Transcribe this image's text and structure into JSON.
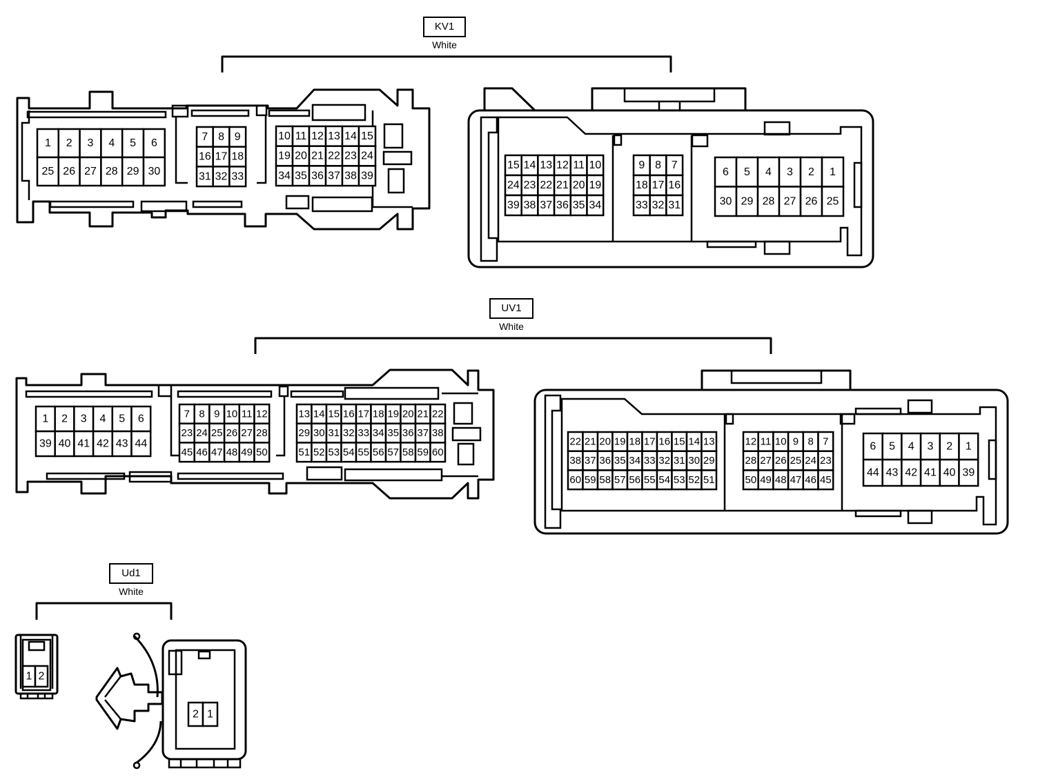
{
  "connectors": {
    "kv1": {
      "name": "KV1",
      "color": "White",
      "front_left": [
        [
          "1",
          "2",
          "3",
          "4",
          "5",
          "6"
        ],
        [
          "25",
          "26",
          "27",
          "28",
          "29",
          "30"
        ]
      ],
      "front_mid": [
        [
          "7",
          "8",
          "9"
        ],
        [
          "16",
          "17",
          "18"
        ],
        [
          "31",
          "32",
          "33"
        ]
      ],
      "front_right": [
        [
          "10",
          "11",
          "12",
          "13",
          "14",
          "15"
        ],
        [
          "19",
          "20",
          "21",
          "22",
          "23",
          "24"
        ],
        [
          "34",
          "35",
          "36",
          "37",
          "38",
          "39"
        ]
      ],
      "back_left": [
        [
          "15",
          "14",
          "13",
          "12",
          "11",
          "10"
        ],
        [
          "24",
          "23",
          "22",
          "21",
          "20",
          "19"
        ],
        [
          "39",
          "38",
          "37",
          "36",
          "35",
          "34"
        ]
      ],
      "back_mid": [
        [
          "9",
          "8",
          "7"
        ],
        [
          "18",
          "17",
          "16"
        ],
        [
          "33",
          "32",
          "31"
        ]
      ],
      "back_right": [
        [
          "6",
          "5",
          "4",
          "3",
          "2",
          "1"
        ],
        [
          "30",
          "29",
          "28",
          "27",
          "26",
          "25"
        ]
      ]
    },
    "uv1": {
      "name": "UV1",
      "color": "White",
      "front_left": [
        [
          "1",
          "2",
          "3",
          "4",
          "5",
          "6"
        ],
        [
          "39",
          "40",
          "41",
          "42",
          "43",
          "44"
        ]
      ],
      "front_mid": [
        [
          "7",
          "8",
          "9",
          "10",
          "11",
          "12"
        ],
        [
          "23",
          "24",
          "25",
          "26",
          "27",
          "28"
        ],
        [
          "45",
          "46",
          "47",
          "48",
          "49",
          "50"
        ]
      ],
      "front_right": [
        [
          "13",
          "14",
          "15",
          "16",
          "17",
          "18",
          "19",
          "20",
          "21",
          "22"
        ],
        [
          "29",
          "30",
          "31",
          "32",
          "33",
          "34",
          "35",
          "36",
          "37",
          "38"
        ],
        [
          "51",
          "52",
          "53",
          "54",
          "55",
          "56",
          "57",
          "58",
          "59",
          "60"
        ]
      ],
      "back_left": [
        [
          "22",
          "21",
          "20",
          "19",
          "18",
          "17",
          "16",
          "15",
          "14",
          "13"
        ],
        [
          "38",
          "37",
          "36",
          "35",
          "34",
          "33",
          "32",
          "31",
          "30",
          "29"
        ],
        [
          "60",
          "59",
          "58",
          "57",
          "56",
          "55",
          "54",
          "53",
          "52",
          "51"
        ]
      ],
      "back_mid": [
        [
          "12",
          "11",
          "10",
          "9",
          "8",
          "7"
        ],
        [
          "28",
          "27",
          "26",
          "25",
          "24",
          "23"
        ],
        [
          "50",
          "49",
          "48",
          "47",
          "46",
          "45"
        ]
      ],
      "back_right": [
        [
          "6",
          "5",
          "4",
          "3",
          "2",
          "1"
        ],
        [
          "44",
          "43",
          "42",
          "41",
          "40",
          "39"
        ]
      ]
    },
    "ud1": {
      "name": "Ud1",
      "color": "White",
      "front": [
        [
          "1",
          "2"
        ]
      ],
      "back": [
        [
          "2",
          "1"
        ]
      ]
    }
  }
}
